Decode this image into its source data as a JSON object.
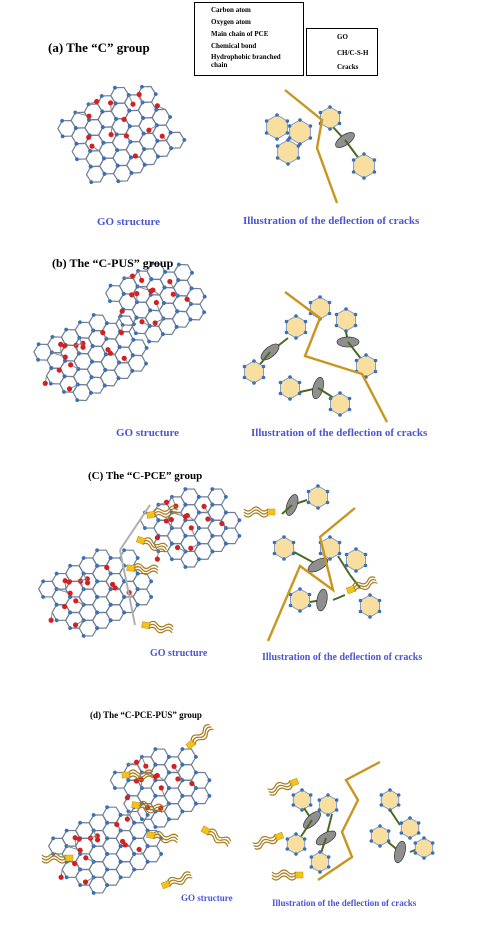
{
  "legend_left": {
    "items": [
      {
        "key": "carbon",
        "label": "Carbon atom",
        "icon": "blue-dot-icon"
      },
      {
        "key": "oxygen",
        "label": "Oxygen atom",
        "icon": "red-dot-icon"
      },
      {
        "key": "pce",
        "label": "Main chain of PCE",
        "icon": "yellow-bar-icon"
      },
      {
        "key": "bond",
        "label": "Chemical bond",
        "icon": "grey-bar-icon"
      },
      {
        "key": "hydrophobic",
        "label": "Hydrophobic branched chain",
        "icon": "wavy-chain-icon"
      }
    ]
  },
  "legend_right": {
    "items": [
      {
        "key": "go",
        "label": "GO",
        "icon": "hexagon-icon"
      },
      {
        "key": "csh",
        "label": "CH/C-S-H",
        "icon": "grey-ellipse-icon"
      },
      {
        "key": "cracks",
        "label": "Cracks",
        "icon": "orange-line-icon"
      }
    ]
  },
  "panels": [
    {
      "title": "(a) The “C” group",
      "go_caption": "GO structure",
      "crack_caption": "Illustration of the deflection of cracks"
    },
    {
      "title": "(b) The “C-PUS” group",
      "go_caption": "GO structure",
      "crack_caption": "Illustration of the deflection of cracks"
    },
    {
      "title": "(C) The “C-PCE” group",
      "go_caption": "GO structure",
      "crack_caption": "Illustration of the deflection of cracks"
    },
    {
      "title": "(d) The “C-PCE-PUS” group",
      "go_caption": "GO structure",
      "crack_caption": "Illustration of the deflection of cracks"
    }
  ],
  "colors": {
    "carbon": "#3b6fb6",
    "oxygen": "#d42020",
    "bond": "#b0b0b0",
    "pce": "#f4c21d",
    "hydrophobic": "#a87d1e",
    "go_fill": "#f8dfa0",
    "csh": "#8f8f8f",
    "crack": "#c8961e",
    "link": "#4a6a24",
    "caption": "#4a55d6"
  }
}
